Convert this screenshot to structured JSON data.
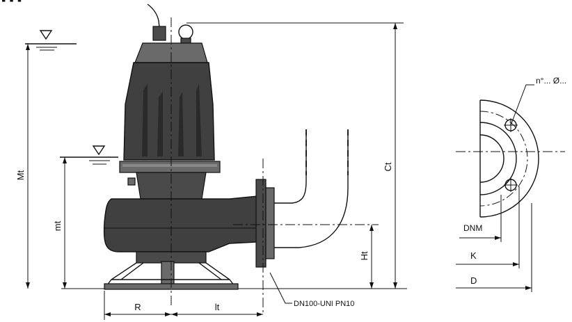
{
  "labels": {
    "header_fragment": "▪ ▪ ▪",
    "Mt": "Mt",
    "mt": "mt",
    "Ct": "Ct",
    "Ht": "Ht",
    "R": "R",
    "lt": "lt",
    "outlet_note": "DN100-UNI PN10",
    "holes": "n°... Ø...",
    "DNM": "DNM",
    "K": "K",
    "D": "D"
  },
  "colors": {
    "ink": "#111111",
    "body_dark": "#404040",
    "body_mid": "#6a6a6a",
    "background": "#ffffff"
  }
}
